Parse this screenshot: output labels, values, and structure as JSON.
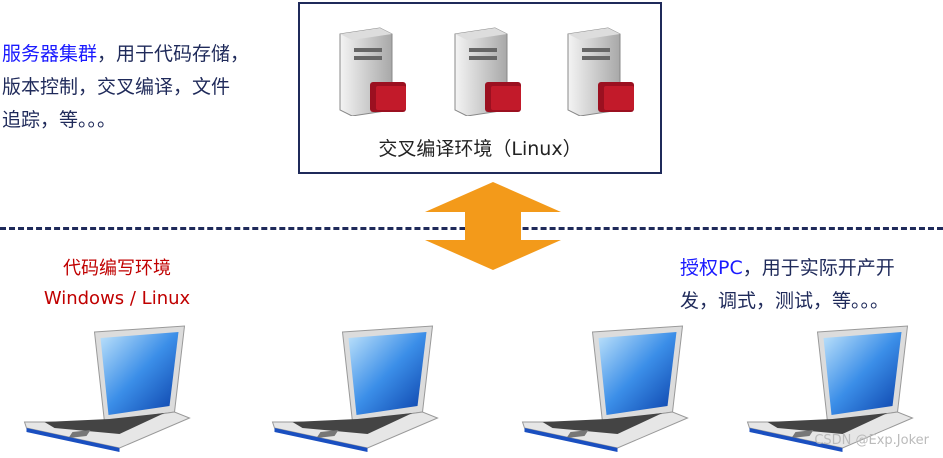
{
  "server_cluster": {
    "highlight": "服务器集群",
    "line1_rest": "，用于代码存储，",
    "line2": "版本控制，交叉编译，文件",
    "line3": "追踪，等。。。",
    "box_label": "交叉编译环境（Linux）"
  },
  "dev_env": {
    "line1": "代码编写环境",
    "line2": "Windows / Linux"
  },
  "licensed_pc": {
    "highlight": "授权PC",
    "line1_rest": "，用于实际开产开",
    "line2": "发，调式，测试，等。。。"
  },
  "watermark": "CSDN @Exp.Joker",
  "colors": {
    "arrow": "#f39a1a",
    "accent_blue": "#1a1aff",
    "red": "#c00000",
    "navy": "#1f2a5a"
  }
}
